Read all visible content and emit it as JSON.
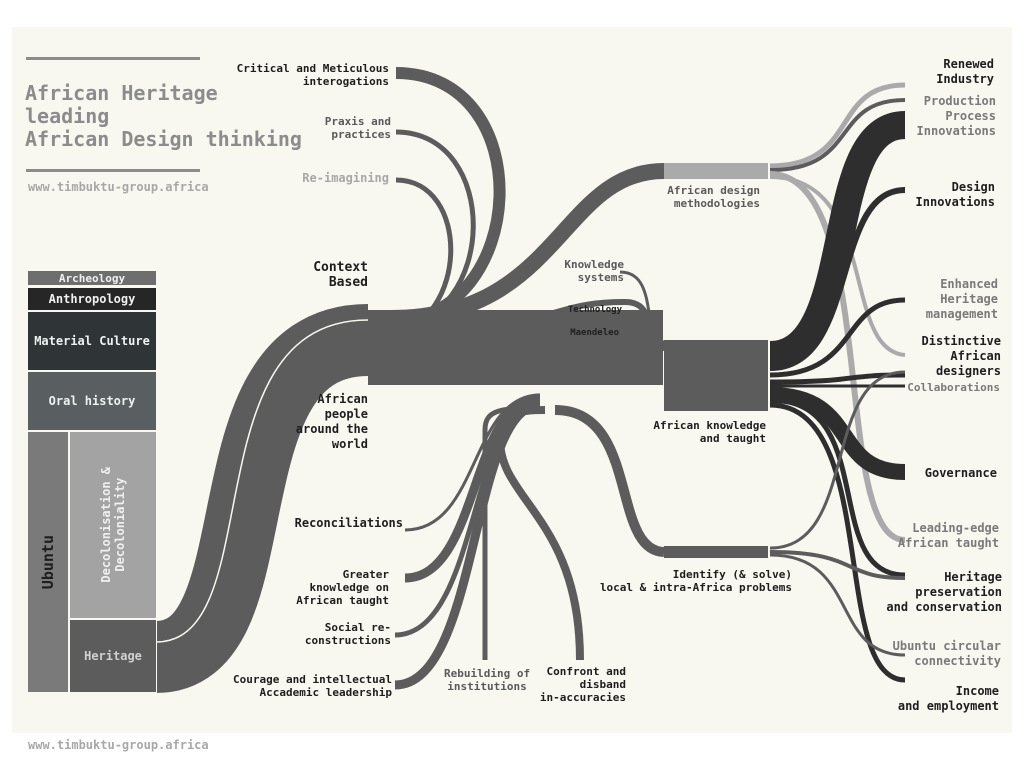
{
  "title": "African Heritage\nleading\nAfrican Design thinking",
  "url_top": "www.timbuktu-group.africa",
  "url_bottom": "www.timbuktu-group.africa",
  "blocks": {
    "archeology": "Archeology",
    "anthropology": "Anthropology",
    "material_culture": "Material Culture",
    "oral_history": "Oral history",
    "ubuntu": "Ubuntu",
    "decolonisation": "Decolonisation &\nDecoloniality",
    "heritage": "Heritage"
  },
  "left_nodes": {
    "critical": "Critical and Meticulous\ninterogations",
    "praxis": "Praxis and\npractices",
    "reimagining": "Re-imagining",
    "context": "Context\nBased",
    "african_people": "African\npeople\naround the\nworld",
    "reconciliations": "Reconciliations",
    "greater_knowledge": "Greater\nknowledge on\nAfrican taught",
    "social": "Social re-\nconstructions",
    "courage": "Courage and intellectual\nAccademic leadership",
    "rebuilding": "Rebuilding of\ninstitutions",
    "confront": "Confront and\ndisband\nin-accuracies"
  },
  "middle_nodes": {
    "design_methodologies": "African design\nmethodologies",
    "knowledge_systems": "Knowledge\nsystems",
    "technology": "Technology",
    "maendeleo": "Maendeleo",
    "knowledge_taught": "African knowledge\nand taught",
    "identify": "Identify (& solve)\nlocal & intra-Africa problems"
  },
  "outcomes": {
    "renewed": "Renewed\nIndustry",
    "production": "Production\nProcess\nInnovations",
    "design_innovations": "Design\nInnovations",
    "enhanced": "Enhanced\nHeritage\nmanagement",
    "distinctive": "Distinctive\nAfrican\ndesigners",
    "collaborations": "Collaborations",
    "governance": "Governance",
    "leading_edge": "Leading-edge\nAfrican taught",
    "preservation": "Heritage\npreservation\nand conservation",
    "ubuntu_circular": "Ubuntu circular\nconnectivity",
    "income": "Income\nand employment"
  },
  "colors": {
    "panel": "#f8f7f0",
    "flow_dark": "#2e2e2e",
    "flow_mid": "#5c5c5c",
    "flow_light": "#aaaaaa",
    "title": "#8c8c8c"
  }
}
